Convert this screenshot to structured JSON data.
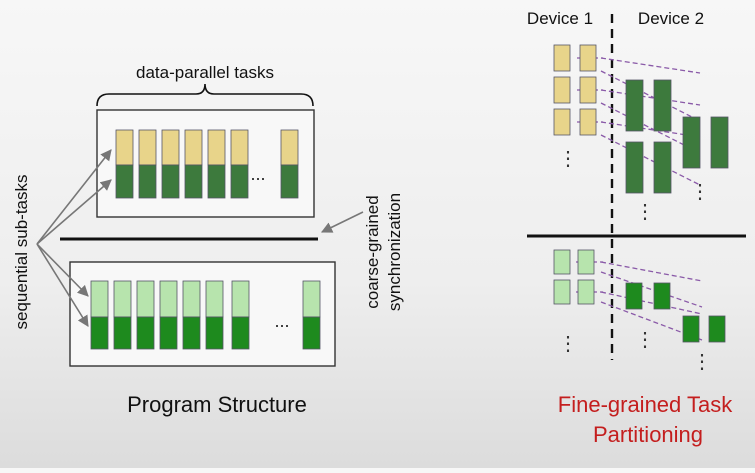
{
  "left_panel": {
    "brace_label": "data-parallel tasks",
    "side_label": "sequential sub-tasks",
    "sync_label_line1": "coarse-grained",
    "sync_label_line2": "synchronization",
    "ellipsis": "...",
    "caption": "Program Structure"
  },
  "right_panel": {
    "device1_label": "Device 1",
    "device2_label": "Device 2",
    "vertical_ellipsis": "⋮",
    "caption_line1": "Fine-grained Task",
    "caption_line2": "Partitioning"
  },
  "colors": {
    "yellow": "#e8d48a",
    "dark_green": "#3d7a3d",
    "bright_green": "#1e8a1e",
    "light_green": "#b7e4ad",
    "dashed_purple": "#8a5aa8",
    "caption_red": "#c41e1e"
  }
}
